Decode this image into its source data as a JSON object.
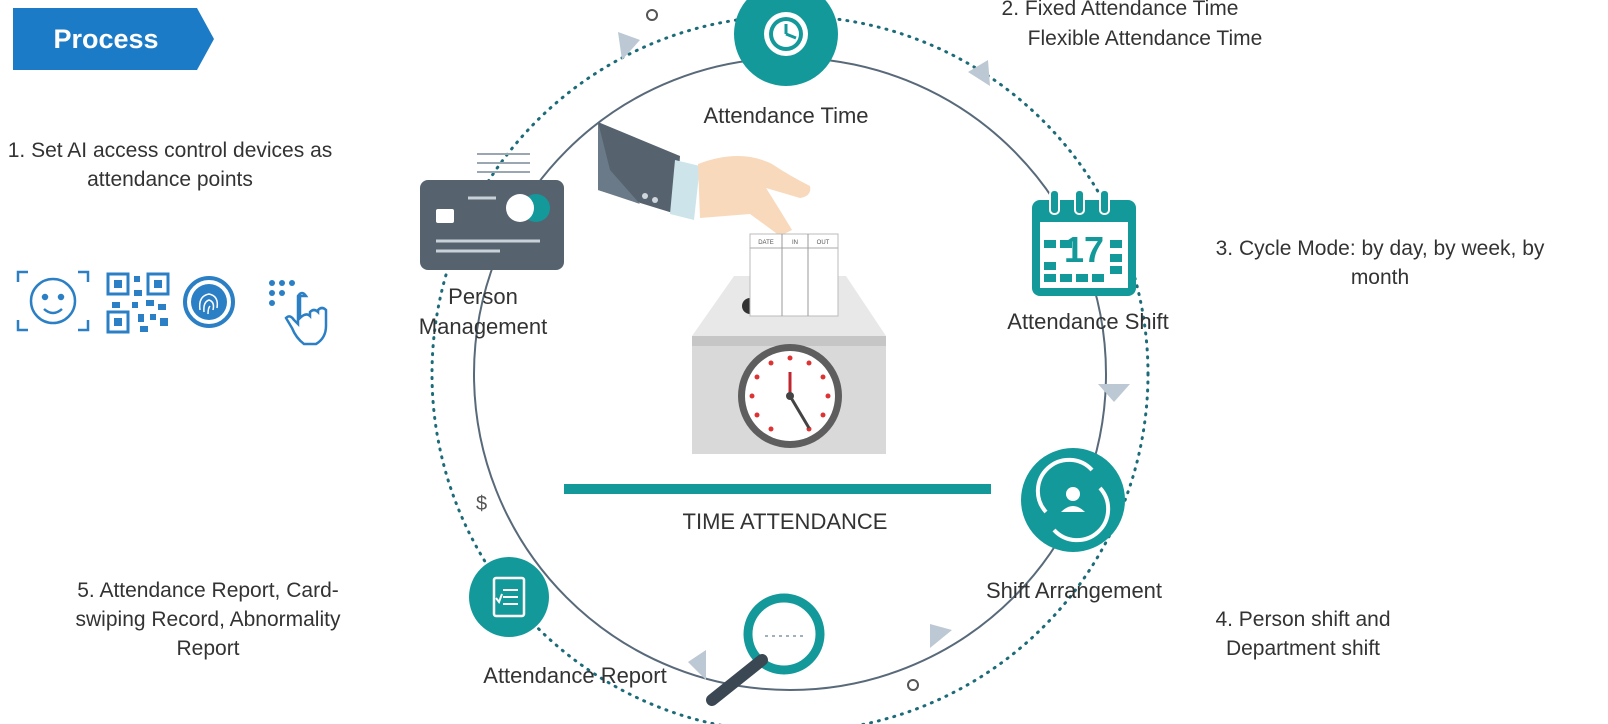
{
  "header": {
    "title": "Process"
  },
  "notes": {
    "step1": "1. Set AI access control devices as attendance points",
    "step2_line1": "2. Fixed Attendance Time",
    "step2_line2": "Flexible Attendance Time",
    "step3": "3. Cycle Mode: by day, by week, by month",
    "step4": "4. Person shift and Department shift",
    "step5": "5. Attendance Report, Card-swiping Record, Abnormality Report"
  },
  "nodes": {
    "attendance_time": "Attendance Time",
    "person_management": "Person Management",
    "attendance_shift": "Attendance Shift",
    "shift_arrangement": "Shift Arrangement",
    "attendance_report": "Attendance Report"
  },
  "center": {
    "title": "TIME ATTENDANCE",
    "card_headers": [
      "DATE",
      "IN",
      "OUT"
    ],
    "calendar_day": "17"
  },
  "colors": {
    "teal": "#14999b",
    "blue_tab": "#1c7bc6",
    "card_gray": "#56636f",
    "icon_blue": "#2b7fc4",
    "arrow_gray": "#bcc8d3",
    "ring": "#58697a"
  },
  "icons": [
    "face-recognition-icon",
    "qr-code-icon",
    "fingerprint-icon",
    "keypad-touch-icon",
    "clock-icon",
    "calendar-icon",
    "shift-swap-icon",
    "report-icon",
    "magnifier-icon",
    "id-card-icon",
    "hand-icon",
    "time-clock-machine-icon"
  ]
}
